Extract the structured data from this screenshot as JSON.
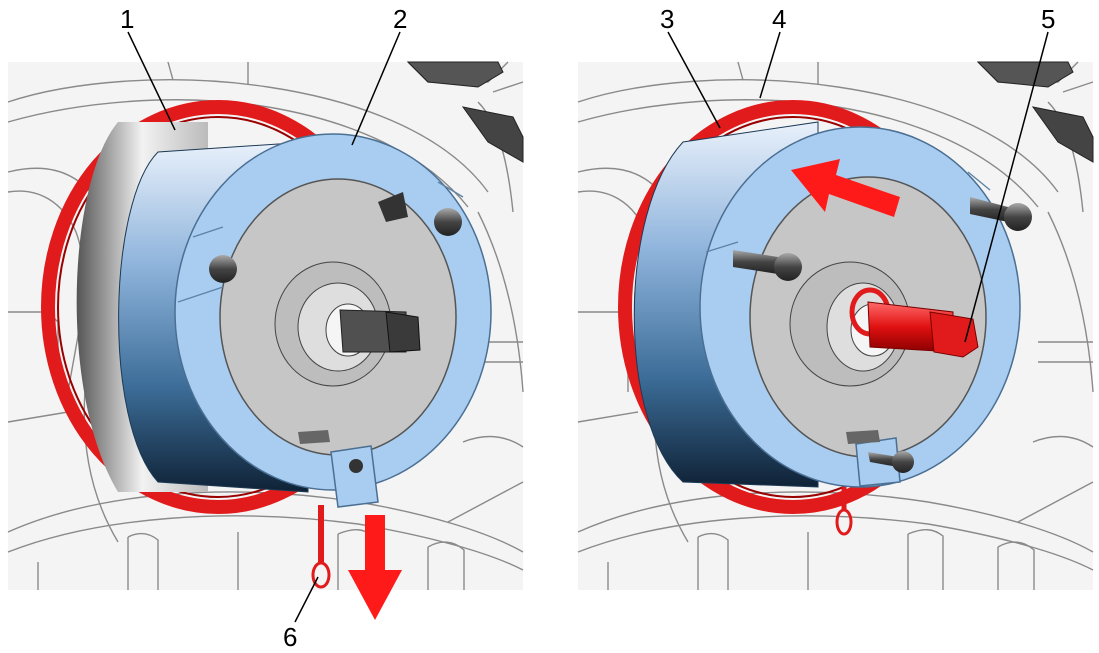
{
  "figure": {
    "left_panel": {
      "callouts": [
        "1",
        "2",
        "6"
      ],
      "arrow_direction": "down"
    },
    "right_panel": {
      "callouts": [
        "3",
        "4",
        "5"
      ],
      "arrow_direction": "up-left"
    },
    "colors": {
      "seal_red": "#e11b1b",
      "tool_blue": "#a9cdf0",
      "tool_blue_dark": "#2d5d86",
      "housing_line": "#8a8a8a",
      "plate_gray": "#c9c9c9",
      "arrow_red": "#ff1a1a"
    }
  }
}
